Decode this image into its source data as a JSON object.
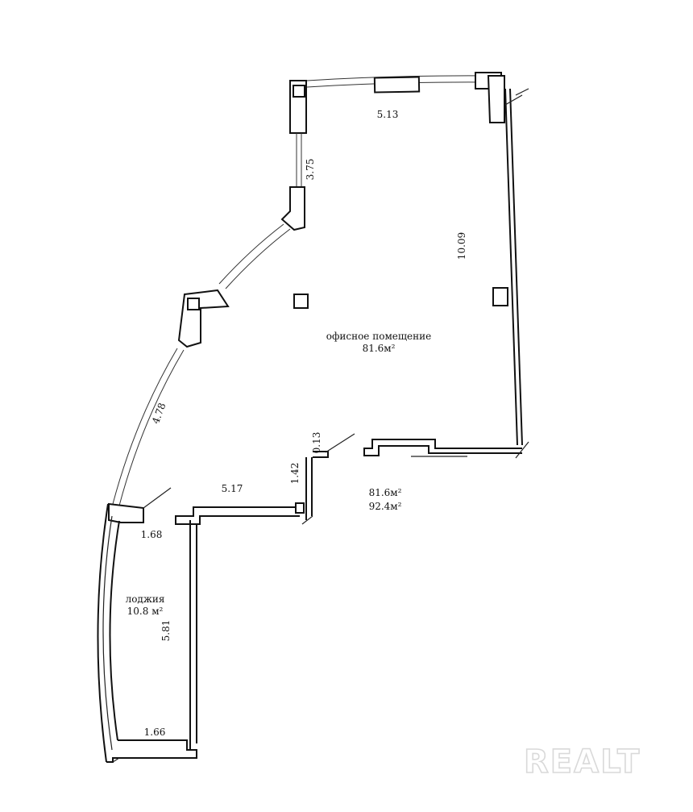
{
  "rooms": {
    "office": {
      "name": "офисное помещение",
      "area": "81.6м²"
    },
    "loggia": {
      "name": "лоджия",
      "area": "10.8 м²"
    }
  },
  "totals": {
    "living": "81.6м²",
    "total": "92.4м²"
  },
  "dimensions": {
    "top_wall": "5.13",
    "upper_left_wall": "3.75",
    "right_wall": "10.09",
    "curved_wall": "4.78",
    "door_jamb": "0.13",
    "corridor_step": "1.42",
    "corridor_wall": "5.17",
    "loggia_top": "1.68",
    "loggia_height": "5.81",
    "loggia_bottom": "1.66"
  },
  "watermark": "REALT"
}
